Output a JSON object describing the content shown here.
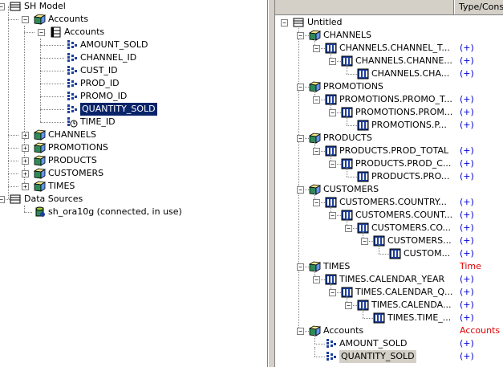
{
  "colors": {
    "selection": "#0a246a",
    "type_red": "#dd0000",
    "link_blue": "#0000cc"
  },
  "left_tree": {
    "root": "SH Model",
    "accounts_folder": "Accounts",
    "accounts_dim": "Accounts",
    "measures": [
      "AMOUNT_SOLD",
      "CHANNEL_ID",
      "CUST_ID",
      "PROD_ID",
      "PROMO_ID",
      "QUANTITY_SOLD",
      "TIME_ID"
    ],
    "dimensions": [
      "CHANNELS",
      "PROMOTIONS",
      "PRODUCTS",
      "CUSTOMERS",
      "TIMES"
    ],
    "data_sources_label": "Data Sources",
    "data_source": "sh_ora10g (connected, in use)"
  },
  "right_tree": {
    "type_header": "Type/Cons",
    "root": "Untitled",
    "plus": "(+)",
    "channels": {
      "name": "CHANNELS",
      "levels": [
        "CHANNELS.CHANNEL_T...",
        "CHANNELS.CHANNE...",
        "CHANNELS.CHA..."
      ]
    },
    "promotions": {
      "name": "PROMOTIONS",
      "levels": [
        "PROMOTIONS.PROMO_T...",
        "PROMOTIONS.PROM...",
        "PROMOTIONS.P..."
      ]
    },
    "products": {
      "name": "PRODUCTS",
      "levels": [
        "PRODUCTS.PROD_TOTAL",
        "PRODUCTS.PROD_C...",
        "PRODUCTS.PRO..."
      ]
    },
    "customers": {
      "name": "CUSTOMERS",
      "levels": [
        "CUSTOMERS.COUNTRY...",
        "CUSTOMERS.COUNT...",
        "CUSTOMERS.CO...",
        "CUSTOMERS...",
        "CUSTOM..."
      ]
    },
    "times": {
      "name": "TIMES",
      "type": "Time",
      "levels": [
        "TIMES.CALENDAR_YEAR",
        "TIMES.CALENDAR_Q...",
        "TIMES.CALENDA...",
        "TIMES.TIME_..."
      ]
    },
    "accounts": {
      "name": "Accounts",
      "type": "Accounts",
      "measures": [
        "AMOUNT_SOLD",
        "QUANTITY_SOLD"
      ]
    }
  }
}
